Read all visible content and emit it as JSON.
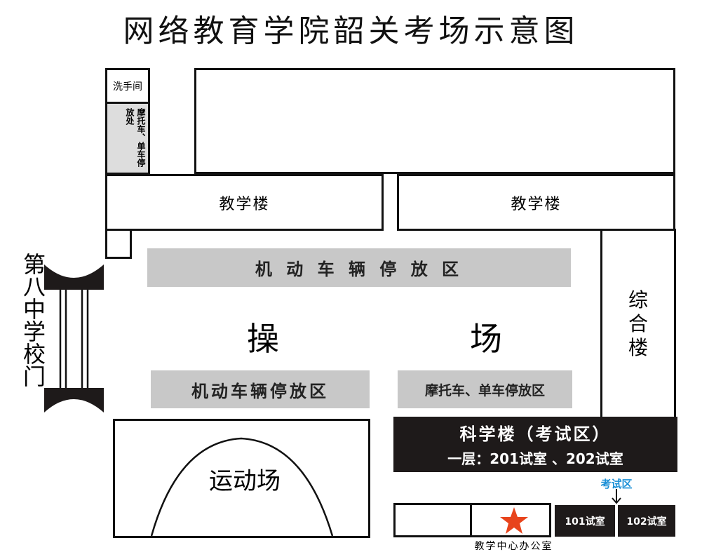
{
  "title": "网络教育学院韶关考场示意图",
  "washroom": "洗手间",
  "moto_parking_small": "摩托车、单车停放处",
  "teaching_building_left": "教学楼",
  "teaching_building_right": "教学楼",
  "complex_building": "综合楼",
  "vehicle_parking_top": "机 动 车 辆 停 放 区",
  "playground_left": "操",
  "playground_right": "场",
  "vehicle_parking_bottom": "机动车辆停放区",
  "moto_parking_bottom": "摩托车、单车停放区",
  "gate": "第八中学校门",
  "sports_field": "运动场",
  "science_building": {
    "title": "科学楼（考试区）",
    "subtitle": "一层：201试室 、202试室"
  },
  "exam_area_label": "考试区",
  "room_101": "101试室",
  "room_102": "102试室",
  "office_label": "教学中心办公室",
  "colors": {
    "exam_label": "#1a8fd6",
    "star": "#e8441c",
    "block": "#1e1a1a",
    "grey": "#c8c8c8"
  }
}
